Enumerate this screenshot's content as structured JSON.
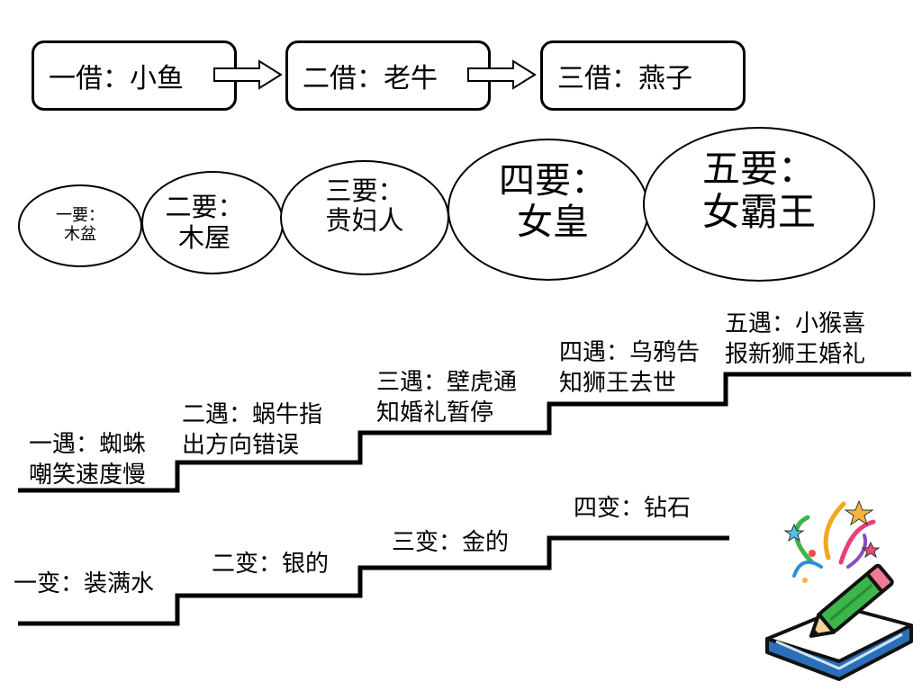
{
  "borrows": [
    {
      "label": "一借：小鱼"
    },
    {
      "label": "二借：老牛"
    },
    {
      "label": "三借：燕子"
    }
  ],
  "wishes": [
    {
      "line1": "一要：",
      "line2": "木盆"
    },
    {
      "line1": "二要：",
      "line2": "木屋"
    },
    {
      "line1": "三要：",
      "line2": "贵妇人"
    },
    {
      "line1": "四要：",
      "line2": "女皇"
    },
    {
      "line1": "五要：",
      "line2": "女霸王"
    }
  ],
  "encounters": [
    {
      "line1": "一遇：蜘蛛",
      "line2": "嘲笑速度慢"
    },
    {
      "line1": "二遇：蜗牛指",
      "line2": "出方向错误"
    },
    {
      "line1": "三遇：壁虎通",
      "line2": "知婚礼暂停"
    },
    {
      "line1": "四遇：乌鸦告",
      "line2": "知狮王去世"
    },
    {
      "line1": "五遇：小猴喜",
      "line2": "报新狮王婚礼"
    }
  ],
  "changes": [
    {
      "label": "一变：装满水"
    },
    {
      "label": "二变：银的"
    },
    {
      "label": "三变：金的"
    },
    {
      "label": "四变：钻石"
    }
  ],
  "decoration": {
    "icon": "pencil-book-icon"
  }
}
